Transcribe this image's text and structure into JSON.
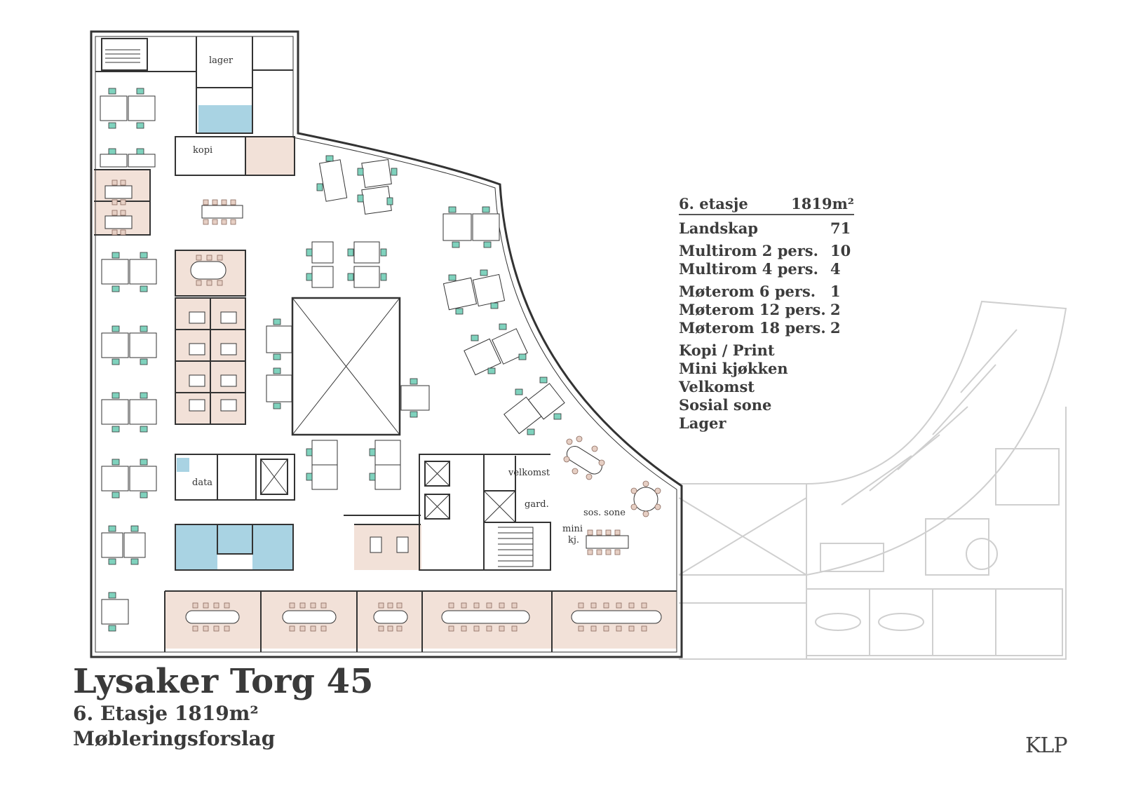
{
  "title": "Lysaker Torg 45",
  "subtitle": "6. Etasje  1819m²",
  "subtitle2": "Møbleringsforslag",
  "logo": "KLP",
  "legend": {
    "header_left": "6. etasje",
    "header_right": "1819m²",
    "rows": [
      {
        "label": "Landskap",
        "count": "71"
      },
      {
        "label": "Multirom 2 pers.",
        "count": "10"
      },
      {
        "label": "Multirom 4 pers.",
        "count": "4"
      },
      {
        "label": "Møterom 6 pers.",
        "count": "1"
      },
      {
        "label": "Møterom 12 pers.",
        "count": "2"
      },
      {
        "label": "Møterom 18 pers.",
        "count": "2"
      },
      {
        "label": "Kopi / Print",
        "count": ""
      },
      {
        "label": "Mini kjøkken",
        "count": ""
      },
      {
        "label": "Velkomst",
        "count": ""
      },
      {
        "label": "Sosial sone",
        "count": ""
      },
      {
        "label": "Lager",
        "count": ""
      }
    ]
  },
  "rooms": {
    "lager": "lager",
    "kopi": "kopi",
    "data": "data",
    "velkomst": "velkomst",
    "gard": "gard.",
    "sos_sone": "sos. sone",
    "mini": "mini",
    "kj": "kj."
  },
  "colors": {
    "room_fill": "#f2e1d8",
    "wc_fill": "#a9d3e3",
    "chair_green": "#7fd2bd",
    "chair_brown": "#c49a8a",
    "wall": "#333333",
    "ghost": "#c9c9c9"
  }
}
